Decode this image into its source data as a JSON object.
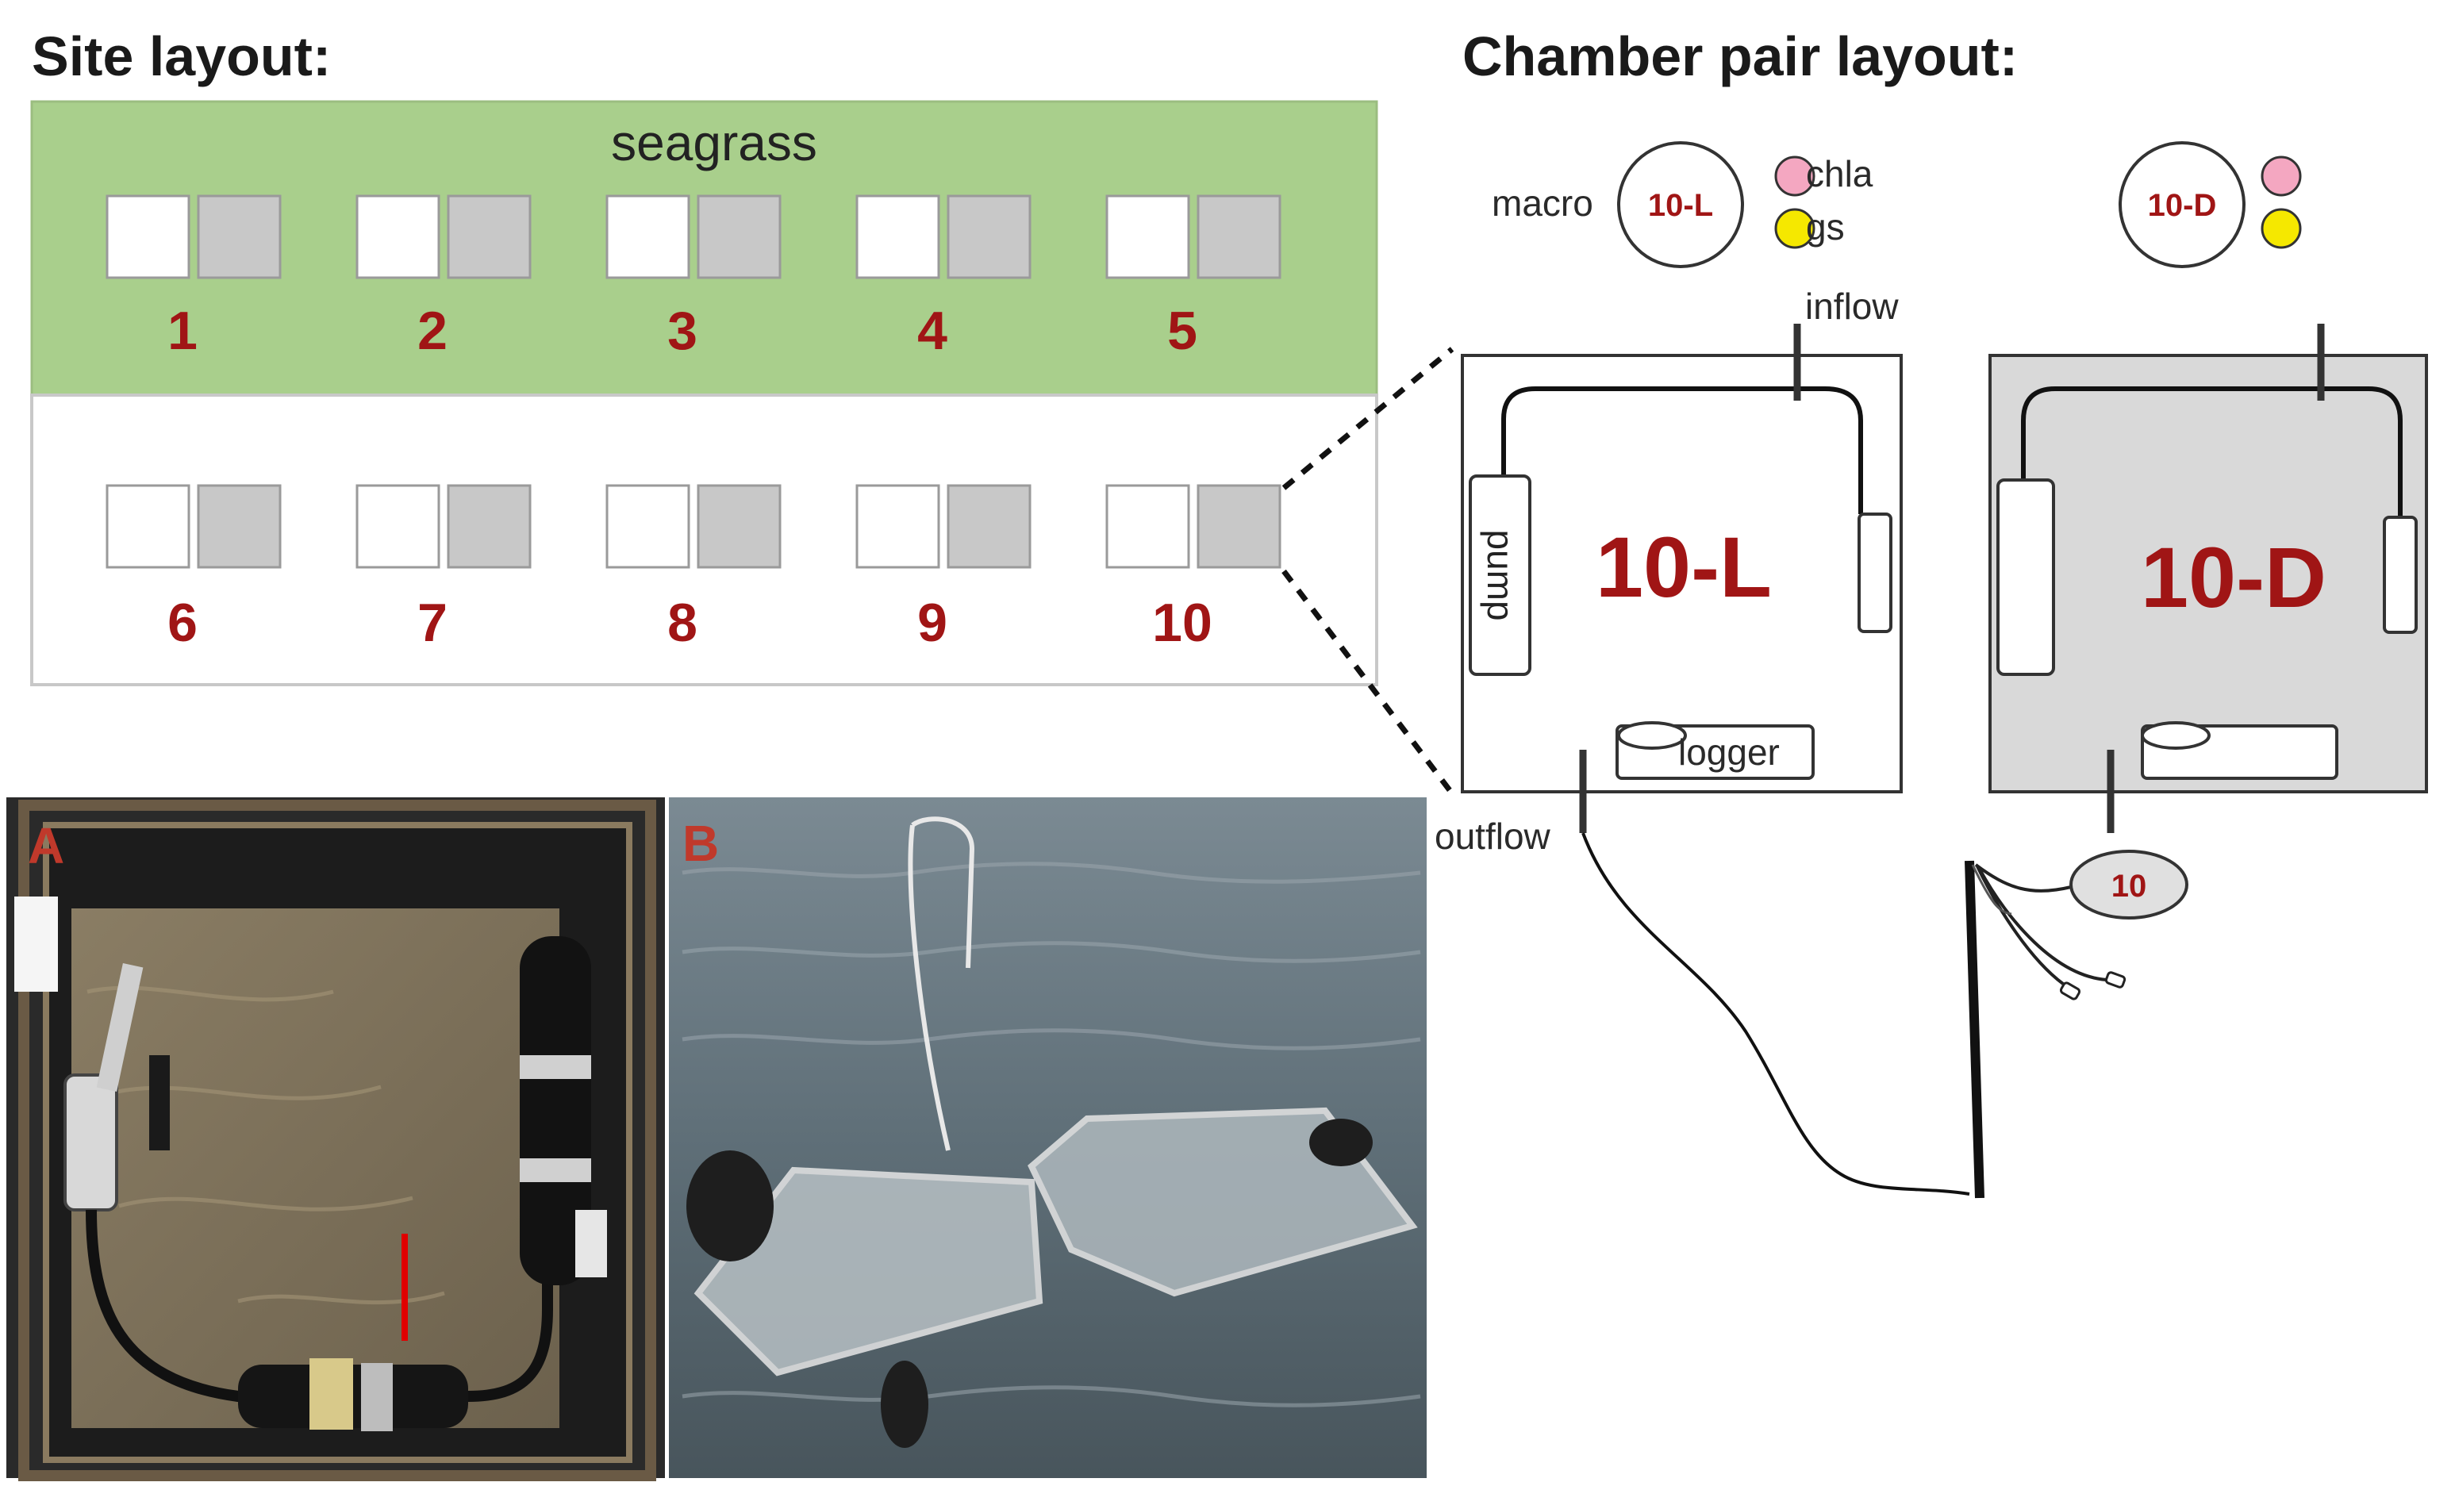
{
  "headings": {
    "site_layout": "Site layout:",
    "chamber_pair_layout": "Chamber pair layout:"
  },
  "site": {
    "seagrass_label": "seagrass",
    "seagrass_color": "#a9cf8c",
    "plot_numbers": [
      "1",
      "2",
      "3",
      "4",
      "5",
      "6",
      "7",
      "8",
      "9",
      "10"
    ]
  },
  "chamber_pair": {
    "light": {
      "label": "10-L",
      "circle_label": "10-L",
      "macro_label": "macro",
      "chla_label": "chla",
      "gs_label": "gs",
      "pump_label": "pump",
      "logger_label": "logger",
      "inflow_label": "inflow",
      "outflow_label": "outflow"
    },
    "dark": {
      "label": "10-D",
      "circle_label": "10-D",
      "tag_label": "10"
    },
    "colors": {
      "chla": "#f4a7c1",
      "gs": "#f5e800",
      "dark_fill": "#d9d9d9",
      "accent": "#a01515"
    }
  },
  "photos": {
    "a_label": "A",
    "b_label": "B"
  }
}
